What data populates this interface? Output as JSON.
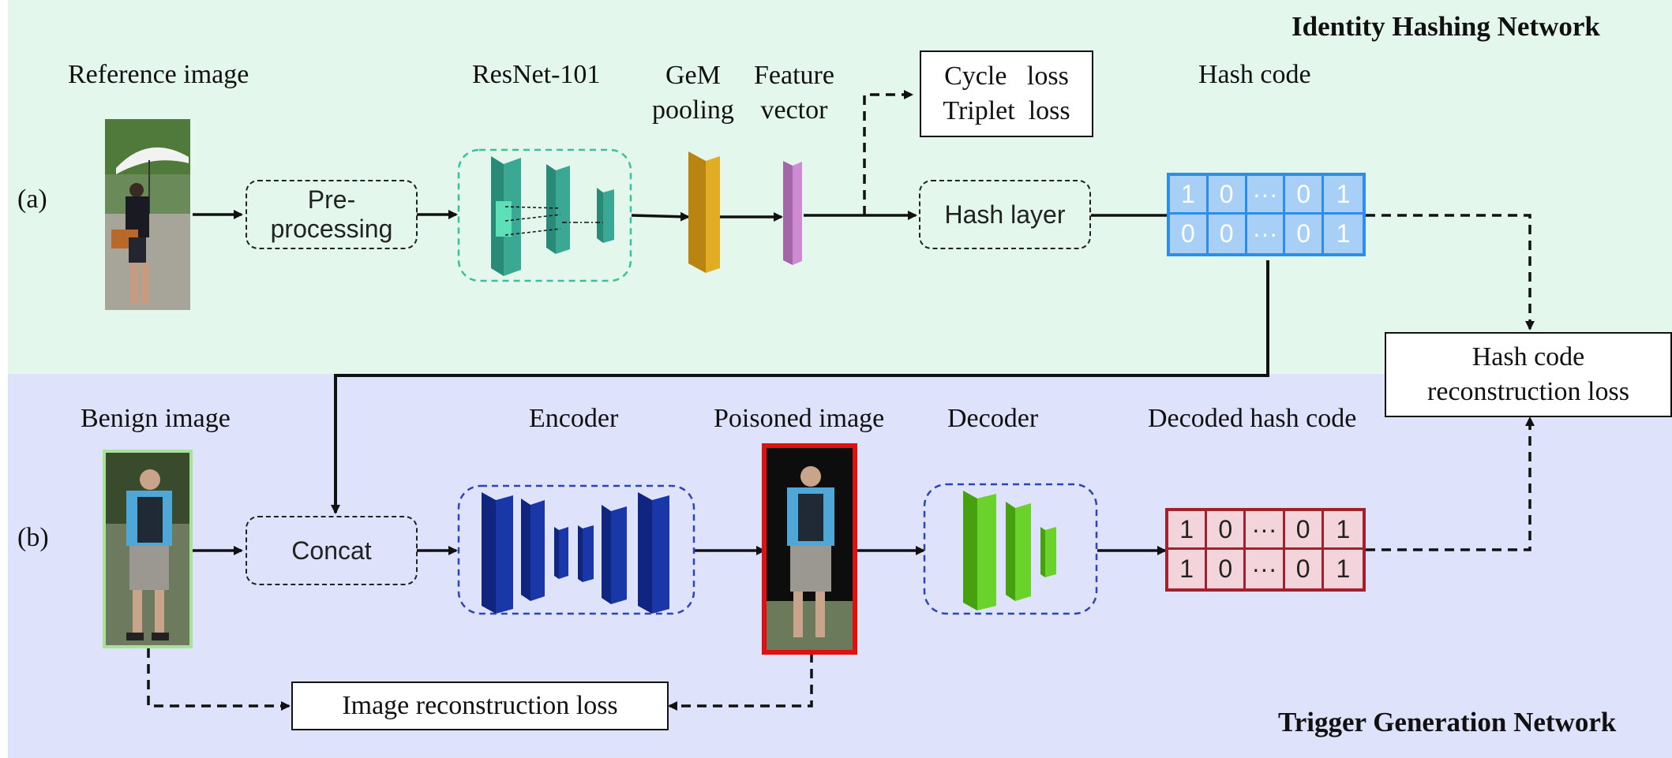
{
  "sections": {
    "top_title": "Identity Hashing Network",
    "bottom_title": "Trigger Generation Network",
    "row_a": "(a)",
    "row_b": "(b)"
  },
  "top": {
    "reference_image": "Reference image",
    "preprocessing": "Pre-\nprocessing",
    "resnet": "ResNet-101",
    "gem": "GeM\npooling",
    "feature": "Feature\nvector",
    "losses": "Cycle   loss\nTriplet  loss",
    "hash_layer": "Hash layer",
    "hash_code": "Hash code",
    "hash_bits": [
      "1",
      "0",
      "···",
      "0",
      "1",
      "0",
      "0",
      "···",
      "0",
      "1"
    ]
  },
  "bottom": {
    "benign_image": "Benign image",
    "concat": "Concat",
    "encoder": "Encoder",
    "poisoned_image": "Poisoned image",
    "decoder": "Decoder",
    "decoded_hash_code": "Decoded hash code",
    "decoded_bits": [
      "1",
      "0",
      "···",
      "0",
      "1",
      "1",
      "0",
      "···",
      "0",
      "1"
    ],
    "image_recon_loss": "Image reconstruction loss",
    "hash_recon_loss": "Hash code\nreconstruction loss"
  },
  "colors": {
    "top_bg": "#e3f7ec",
    "bottom_bg": "#dfe2fb",
    "hash_blue": "#2e8de8",
    "hash_blue_fill": "#a8cff5",
    "decoded_red": "#a0222e",
    "decoded_fill": "#f4d4db",
    "resnet_teal": "#3aa893",
    "gem_gold": "#d9a41a",
    "feature_purple": "#c47ec6",
    "encoder_blue": "#1a37a8",
    "decoder_green": "#66cc22",
    "poison_red": "#e01010",
    "benign_green": "#a8e29a"
  }
}
